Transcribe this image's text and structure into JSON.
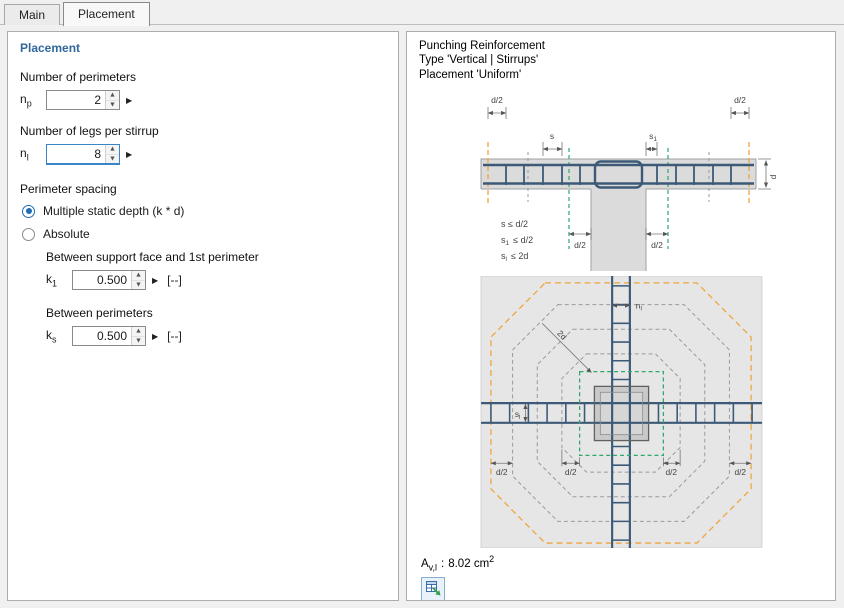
{
  "tabs": {
    "main": "Main",
    "placement": "Placement"
  },
  "left": {
    "section_title": "Placement",
    "perimeters": {
      "label": "Number of perimeters",
      "sym": "n",
      "sub": "p",
      "value": "2"
    },
    "legs": {
      "label": "Number of legs per stirrup",
      "sym": "n",
      "sub": "l",
      "value": "8"
    },
    "spacing": {
      "label": "Perimeter spacing",
      "option_multiple": "Multiple static depth (k * d)",
      "option_absolute": "Absolute",
      "k1": {
        "label": "Between support face and 1st perimeter",
        "sym": "k",
        "sub": "1",
        "value": "0.500",
        "unit": "[--]"
      },
      "ks": {
        "label": "Between perimeters",
        "sym": "k",
        "sub": "s",
        "value": "0.500",
        "unit": "[--]"
      }
    }
  },
  "right": {
    "title1": "Punching Reinforcement",
    "title2": "Type 'Vertical | Stirrups'",
    "title3": "Placement 'Uniform'",
    "section": {
      "d2_top_left": "d/2",
      "d2_top_right": "d/2",
      "s_dim": "s",
      "s1_base": "s",
      "s1_sub": "1",
      "d_dim": "d",
      "d2_col_left": "d/2",
      "d2_col_right": "d/2",
      "ineq1": "s  ≤  d/2",
      "ineq2": {
        "base": "s",
        "sub": "1",
        "rest": "≤  d/2"
      },
      "ineq3": {
        "base": "s",
        "sub": "l",
        "rest": "≤  2d"
      }
    },
    "plan": {
      "nl_base": "n",
      "nl_sub": "l",
      "sl_base": "s",
      "sl_sub": "l",
      "diag": "2d",
      "d2": [
        "d/2",
        "d/2",
        "d/2",
        "d/2"
      ]
    },
    "result": {
      "sym": "A",
      "sub": "v,l",
      "sep": ":",
      "value": "8.02",
      "unit": "cm",
      "exp": "2"
    }
  }
}
